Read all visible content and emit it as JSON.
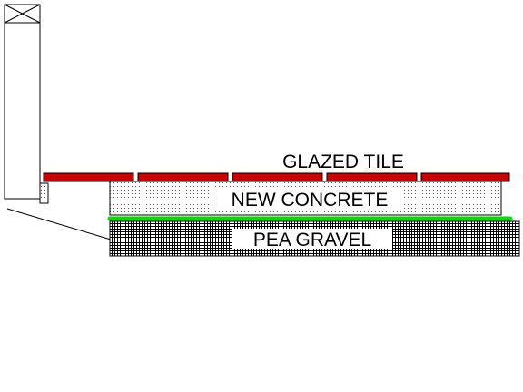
{
  "labels": {
    "tile": "GLAZED TILE",
    "concrete": "NEW CONCRETE",
    "gravel": "PEA GRAVEL"
  },
  "colors": {
    "tile": "#cc0000",
    "membrane": "#00dd00",
    "outline": "#000000",
    "background": "#ffffff"
  },
  "tile_count": 5
}
